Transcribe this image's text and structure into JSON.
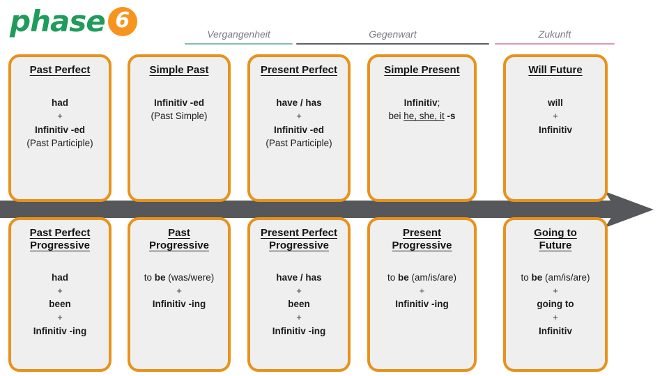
{
  "brand": {
    "word": "phase",
    "badge": "6",
    "green": "#1F9C5B",
    "orange": "#F7941E"
  },
  "timeline": {
    "labels": [
      {
        "text": "Vergangenheit",
        "rule_color": "#7FBFAE"
      },
      {
        "text": "Gegenwart",
        "rule_color": "#5F5F66"
      },
      {
        "text": "Zukunft",
        "rule_color": "#E09AB0"
      }
    ],
    "arrow_color": "#56575A",
    "direction": "left-to-right"
  },
  "card_style": {
    "border_color": "#E8921C",
    "background": "#EFEFEF"
  },
  "rows": [
    {
      "name": "simple-tenses",
      "cards": [
        {
          "title_lines": [
            "Past Perfect"
          ],
          "body_lines": [
            {
              "segments": [
                {
                  "t": "had",
                  "style": "bold"
                }
              ]
            },
            {
              "segments": [
                {
                  "t": "+",
                  "style": "plus"
                }
              ]
            },
            {
              "segments": [
                {
                  "t": "Infinitiv -ed",
                  "style": "bold"
                }
              ]
            },
            {
              "segments": [
                {
                  "t": "(Past Participle)",
                  "style": "normal"
                }
              ]
            }
          ]
        },
        {
          "title_lines": [
            "Simple Past"
          ],
          "body_lines": [
            {
              "segments": [
                {
                  "t": "Infinitiv -ed",
                  "style": "bold"
                }
              ]
            },
            {
              "segments": [
                {
                  "t": "(Past Simple)",
                  "style": "normal"
                }
              ]
            }
          ]
        },
        {
          "title_lines": [
            "Present Perfect"
          ],
          "body_lines": [
            {
              "segments": [
                {
                  "t": "have / has",
                  "style": "bold"
                }
              ]
            },
            {
              "segments": [
                {
                  "t": "+",
                  "style": "plus"
                }
              ]
            },
            {
              "segments": [
                {
                  "t": "Infinitiv -ed",
                  "style": "bold"
                }
              ]
            },
            {
              "segments": [
                {
                  "t": "(Past Participle)",
                  "style": "normal"
                }
              ]
            }
          ]
        },
        {
          "title_lines": [
            "Simple Present"
          ],
          "body_lines": [
            {
              "segments": [
                {
                  "t": "Infinitiv",
                  "style": "bold"
                },
                {
                  "t": ";",
                  "style": "normal"
                }
              ]
            },
            {
              "segments": [
                {
                  "t": "bei ",
                  "style": "normal"
                },
                {
                  "t": "he, she, it",
                  "style": "underline"
                },
                {
                  "t": " ",
                  "style": "normal"
                },
                {
                  "t": "-s",
                  "style": "bold"
                }
              ]
            }
          ]
        },
        {
          "title_lines": [
            "Will Future"
          ],
          "body_lines": [
            {
              "segments": [
                {
                  "t": "will",
                  "style": "bold"
                }
              ]
            },
            {
              "segments": [
                {
                  "t": "+",
                  "style": "plus"
                }
              ]
            },
            {
              "segments": [
                {
                  "t": "Infinitiv",
                  "style": "bold"
                }
              ]
            }
          ]
        }
      ]
    },
    {
      "name": "progressive-tenses",
      "cards": [
        {
          "title_lines": [
            "Past Perfect",
            "Progressive"
          ],
          "body_lines": [
            {
              "segments": [
                {
                  "t": "had",
                  "style": "bold"
                }
              ]
            },
            {
              "segments": [
                {
                  "t": "+",
                  "style": "plus"
                }
              ]
            },
            {
              "segments": [
                {
                  "t": "been",
                  "style": "bold"
                }
              ]
            },
            {
              "segments": [
                {
                  "t": "+",
                  "style": "plus"
                }
              ]
            },
            {
              "segments": [
                {
                  "t": "Infinitiv -ing",
                  "style": "bold"
                }
              ]
            }
          ]
        },
        {
          "title_lines": [
            "Past",
            "Progressive"
          ],
          "body_lines": [
            {
              "segments": [
                {
                  "t": "to ",
                  "style": "normal"
                },
                {
                  "t": "be",
                  "style": "bold"
                },
                {
                  "t": " (was/were)",
                  "style": "normal"
                }
              ]
            },
            {
              "segments": [
                {
                  "t": "+",
                  "style": "plus"
                }
              ]
            },
            {
              "segments": [
                {
                  "t": "Infinitiv -ing",
                  "style": "bold"
                }
              ]
            }
          ]
        },
        {
          "title_lines": [
            "Present Perfect",
            "Progressive"
          ],
          "body_lines": [
            {
              "segments": [
                {
                  "t": "have / has",
                  "style": "bold"
                }
              ]
            },
            {
              "segments": [
                {
                  "t": "+",
                  "style": "plus"
                }
              ]
            },
            {
              "segments": [
                {
                  "t": "been",
                  "style": "bold"
                }
              ]
            },
            {
              "segments": [
                {
                  "t": "+",
                  "style": "plus"
                }
              ]
            },
            {
              "segments": [
                {
                  "t": "Infinitiv -ing",
                  "style": "bold"
                }
              ]
            }
          ]
        },
        {
          "title_lines": [
            "Present",
            "Progressive"
          ],
          "body_lines": [
            {
              "segments": [
                {
                  "t": "to ",
                  "style": "normal"
                },
                {
                  "t": "be",
                  "style": "bold"
                },
                {
                  "t": " (am/is/are)",
                  "style": "normal"
                }
              ]
            },
            {
              "segments": [
                {
                  "t": "+",
                  "style": "plus"
                }
              ]
            },
            {
              "segments": [
                {
                  "t": "Infinitiv -ing",
                  "style": "bold"
                }
              ]
            }
          ]
        },
        {
          "title_lines": [
            "Going to",
            "Future"
          ],
          "body_lines": [
            {
              "segments": [
                {
                  "t": "to ",
                  "style": "normal"
                },
                {
                  "t": "be",
                  "style": "bold"
                },
                {
                  "t": " (am/is/are)",
                  "style": "normal"
                }
              ]
            },
            {
              "segments": [
                {
                  "t": "+",
                  "style": "plus"
                }
              ]
            },
            {
              "segments": [
                {
                  "t": "going to",
                  "style": "bold"
                }
              ]
            },
            {
              "segments": [
                {
                  "t": "+",
                  "style": "plus"
                }
              ]
            },
            {
              "segments": [
                {
                  "t": "Infinitiv",
                  "style": "bold"
                }
              ]
            }
          ]
        }
      ]
    }
  ]
}
